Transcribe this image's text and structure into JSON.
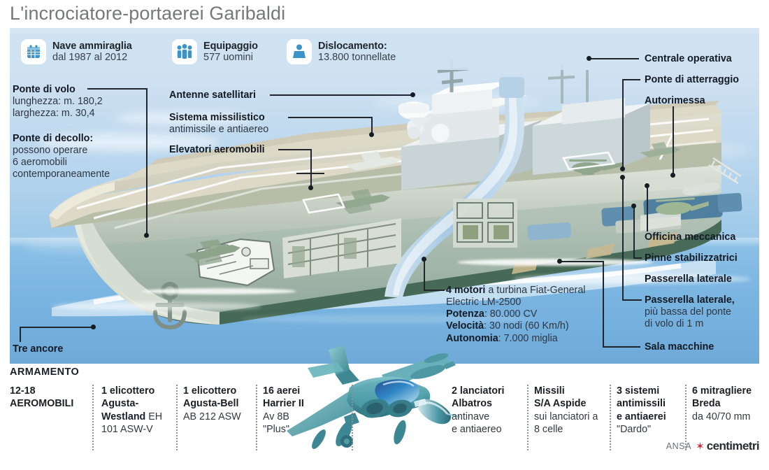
{
  "title": "L'incrociatore-portaerei Garibaldi",
  "facts": [
    {
      "icon": "calendar-icon",
      "label": "Nave ammiraglia",
      "value": "dal 1987 al 2012"
    },
    {
      "icon": "crew-people-icon",
      "label": "Equipaggio",
      "value": "577 uomini"
    },
    {
      "icon": "weight-displacement-icon",
      "label": "Dislocamento:",
      "value": "13.800 tonnellate"
    }
  ],
  "callouts_left": [
    {
      "name": "ponte-di-volo",
      "title": "Ponte di volo",
      "lines": [
        "lunghezza: m. 180,2",
        "larghezza: m. 30,4"
      ]
    },
    {
      "name": "ponte-di-decollo",
      "title": "Ponte di decollo:",
      "lines": [
        "possono operare",
        "6 aeromobili",
        "contemporaneamente"
      ]
    },
    {
      "name": "tre-ancore",
      "title": "Tre ancore",
      "lines": []
    }
  ],
  "callouts_mid": [
    {
      "name": "antenne-satellitari",
      "title": "Antenne satellitari",
      "lines": []
    },
    {
      "name": "sistema-missilistico",
      "title": "Sistema missilistico",
      "lines": [
        "antimissile e antiaereo"
      ]
    },
    {
      "name": "elevatori-aeromobili",
      "title": "Elevatori aeromobili",
      "lines": []
    }
  ],
  "callouts_right": [
    {
      "name": "centrale-operativa",
      "title": "Centrale operativa",
      "lines": []
    },
    {
      "name": "ponte-di-atterraggio",
      "title": "Ponte di atterraggio",
      "lines": []
    },
    {
      "name": "autorimessa",
      "title": "Autorimessa",
      "lines": []
    },
    {
      "name": "officina-meccanica",
      "title": "Officina meccanica",
      "lines": []
    },
    {
      "name": "pinne-stabilizzatrici",
      "title": "Pinne stabilizzatrici",
      "lines": []
    },
    {
      "name": "passerella-laterale",
      "title": "Passerella laterale",
      "lines": []
    },
    {
      "name": "passerella-laterale-bassa",
      "title": "Passerella laterale,",
      "lines": [
        "più bassa del ponte",
        "di volo di 1 m"
      ]
    },
    {
      "name": "sala-macchine",
      "title": "Sala macchine",
      "lines": []
    }
  ],
  "engines": {
    "line1_bold": "4 motori",
    "line1_rest": " a turbina Fiat-General",
    "line2": "Electric LM-2500",
    "rows": [
      {
        "k": "Potenza",
        "v": ": 80.000 CV"
      },
      {
        "k": "Velocità",
        "v": ": 30 nodi (60 Km/h)"
      },
      {
        "k": "Autonomia",
        "v": ": 7.000 miglia"
      }
    ]
  },
  "armament": {
    "heading": "ARMAMENTO",
    "columns": [
      {
        "name": "aeromobili",
        "bold": [
          "12-18",
          "AEROMOBILI"
        ],
        "normal": []
      },
      {
        "name": "agusta-westland",
        "bold": [
          "1 elicottero",
          "Agusta-"
        ],
        "mixed": "Westland",
        "mixed_rest": " EH",
        "normal": [
          "101 ASW-V"
        ]
      },
      {
        "name": "agusta-bell",
        "bold": [
          "1 elicottero",
          "Agusta-Bell"
        ],
        "normal": [
          "AB 212 ASW"
        ]
      },
      {
        "name": "harrier",
        "bold": [
          "16 aerei",
          "Harrier II"
        ],
        "normal": [
          "Av 8B",
          "\"Plus\""
        ]
      },
      {
        "name": "albatros",
        "bold": [
          "2 lanciatori",
          "Albatros"
        ],
        "normal": [
          " antinave",
          "e antiaereo"
        ]
      },
      {
        "name": "aspide",
        "bold": [
          "Missili",
          "S/A Aspide"
        ],
        "normal": [
          "sui lanciatori a",
          "8 celle"
        ]
      },
      {
        "name": "dardo",
        "bold": [
          "3 sistemi",
          "antimissili",
          "e antiaerei"
        ],
        "normal": [
          "\"Dardo\""
        ]
      },
      {
        "name": "breda",
        "bold": [
          "6 mitragliere",
          "Breda"
        ],
        "normal": [
          "da 40/70 mm"
        ]
      }
    ]
  },
  "credit": {
    "ansa": "ANSA",
    "brand": "centimetri",
    "star": "✶"
  },
  "colors": {
    "title": "#77787b",
    "band": "#cde2f2",
    "icon_blue": "#3b93c9",
    "text_dark": "#1b1f26",
    "sky_top": "#d9e7f3",
    "sea": "#7db7e2",
    "deck": "#d7d5c2",
    "hull_light": "#cfd6cb",
    "hull_green": "#7e9a8c",
    "hull_dark_green": "#3f6450",
    "accent_red": "#d6263b"
  }
}
